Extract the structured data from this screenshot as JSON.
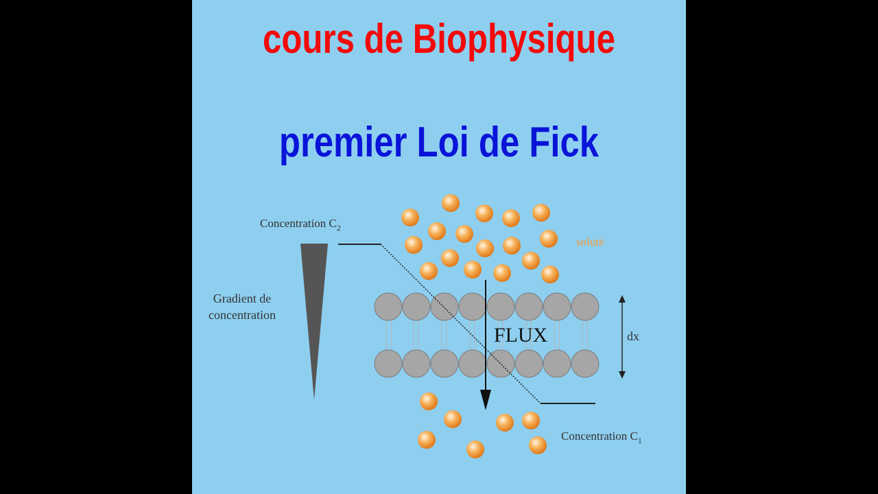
{
  "title_line1": "cours de Biophysique",
  "title_line2": "premier Loi de Fick",
  "diagram": {
    "label_c2": "Concentration C",
    "label_c2_sub": "2",
    "label_c1": "Concentration C",
    "label_c1_sub": "1",
    "label_solute": "soluté",
    "label_gradient_1": "Gradient de",
    "label_gradient_2": "concentration",
    "label_flux": "FLUX",
    "label_dx": "dx"
  },
  "colors": {
    "background": "#8ecff0",
    "title1": "#f20a0a",
    "title2": "#0a14d8",
    "particle": "#f29a3a",
    "lipid_head": "#a6a6a6",
    "solute_label": "#f29a3a"
  }
}
